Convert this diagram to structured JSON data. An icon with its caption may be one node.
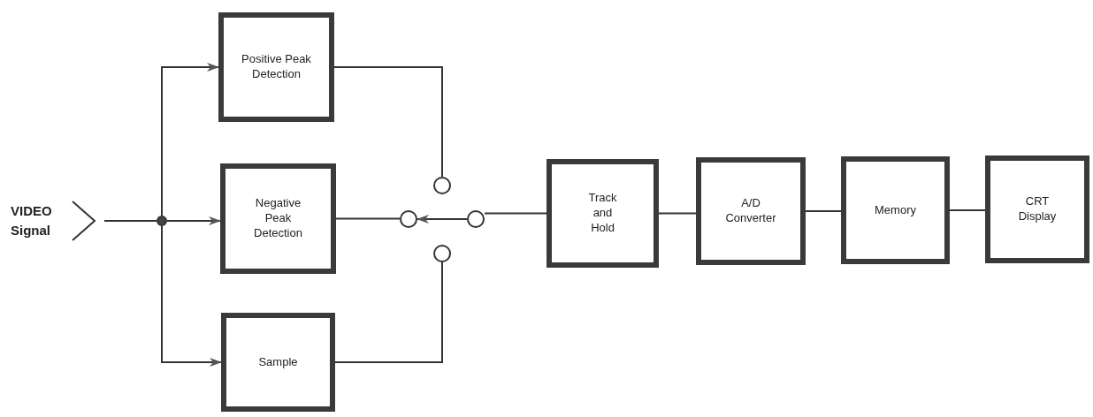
{
  "diagram": {
    "nodes": [
      {
        "text": [
          "VIDEO Signal"
        ]
      },
      {
        "text": [],
        "shape": "circle"
      },
      {
        "text": [
          "Positive Peak Detection"
        ]
      },
      {
        "text": [
          "Negative Peak Detection"
        ]
      },
      {
        "text": [
          "Sample"
        ]
      },
      {
        "text": [],
        "shape": "circle"
      },
      {
        "text": [],
        "shape": "circle"
      },
      {
        "text": [],
        "shape": "circle"
      },
      {
        "text": [],
        "shape": "circle"
      },
      {
        "text": [
          "Track and Hold"
        ]
      },
      {
        "text": [
          "A/D Converter"
        ]
      },
      {
        "text": [
          "Memory"
        ]
      },
      {
        "text": [
          "CRT Display"
        ]
      }
    ],
    "edges": [
      {
        "from": 0,
        "to": 1,
        "arrow": "none"
      },
      {
        "from": 1,
        "to": 2,
        "arrow": "to"
      },
      {
        "from": 1,
        "to": 3,
        "arrow": "to"
      },
      {
        "from": 1,
        "to": 4,
        "arrow": "to"
      },
      {
        "from": 2,
        "to": 5,
        "arrow": "none"
      },
      {
        "from": 3,
        "to": 6,
        "arrow": "none"
      },
      {
        "from": 4,
        "to": 7,
        "arrow": "none"
      },
      {
        "from": 8,
        "to": 6,
        "arrow": "to"
      },
      {
        "from": 9,
        "to": 8,
        "arrow": "none"
      },
      {
        "from": 9,
        "to": 10,
        "arrow": "none"
      },
      {
        "from": 10,
        "to": 11,
        "arrow": "none"
      },
      {
        "from": 11,
        "to": 12,
        "arrow": "none"
      }
    ]
  }
}
